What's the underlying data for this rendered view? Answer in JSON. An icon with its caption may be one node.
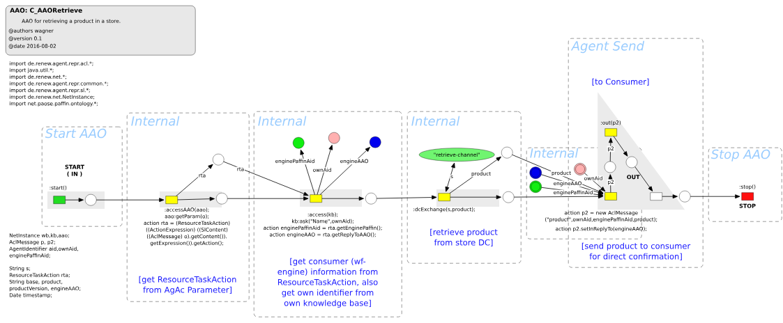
{
  "diagram": {
    "nodes": [
      {
        "text": [
          "AAO: C_AAORetrieve",
          "AAO for retrieving a product in a store.",
          "@authors wagner",
          "@version 0.1",
          "@date 2016-08-02"
        ]
      },
      {
        "text": [
          "Start AAO"
        ]
      },
      {
        "text": [],
        "shape": "box",
        "in": 1,
        "beside": [
          "START ( IN )",
          ":start()"
        ]
      },
      {
        "text": [],
        "shape": "circle",
        "in": 1
      },
      {
        "text": [
          "Internal",
          "[get ResourceTaskAction from AgAc Parameter]"
        ]
      },
      {
        "text": [],
        "shape": "box",
        "in": 4,
        "beside": [
          ":accessAAO(aao);",
          "aao:getParam(o);",
          "action rta = (ResourceTaskAction) ((ActionExpression) ((SlContent) ((AclMessage) o).getContent()). getExpression()).getAction();"
        ]
      },
      {
        "text": [],
        "shape": "circle",
        "in": 4
      },
      {
        "text": [],
        "shape": "circle",
        "in": 4
      },
      {
        "text": [
          "Internal",
          "[get consumer (wf-engine) information from ResourceTaskAction, also get own identifier from own knowledge base]"
        ]
      },
      {
        "text": [],
        "shape": "circle",
        "in": 8
      },
      {
        "text": [],
        "shape": "circle",
        "in": 8
      },
      {
        "text": [],
        "shape": "circle",
        "in": 8
      },
      {
        "text": [],
        "shape": "box",
        "in": 8,
        "beside": [
          ":access(kb);",
          "kb:ask(\"Name\",ownAid);",
          "action enginePaffinAid = rta.getEnginePaffin();",
          "action engineAAO = rta.getReplyToAAO();"
        ]
      },
      {
        "text": [],
        "shape": "circle",
        "in": 8
      },
      {
        "text": [
          "Internal",
          "[retrieve product from store DC]"
        ]
      },
      {
        "text": [
          "\"retrieve-channel\""
        ],
        "in": 14
      },
      {
        "text": [],
        "shape": "circle",
        "in": 14
      },
      {
        "text": [],
        "shape": "box",
        "in": 14,
        "beside": [
          ":dcExchange(s,product);"
        ]
      },
      {
        "text": [],
        "shape": "circle",
        "in": 14
      },
      {
        "text": [
          "Agent Send",
          "[to Consumer]",
          "[send product to consumer for direct confirmation]"
        ]
      },
      {
        "text": [
          "Internal",
          "action p2 = new AclMessage (\"product\",ownAid,enginePaffinAid,product);",
          "action p2.setInReplyTo(engineAAO);"
        ]
      },
      {
        "text": [],
        "shape": "circle",
        "in": 20
      },
      {
        "text": [],
        "shape": "circle",
        "in": 20
      },
      {
        "text": [],
        "shape": "circle"
      },
      {
        "text": [
          "OUT"
        ],
        "in": 19
      },
      {
        "text": [],
        "shape": "box"
      },
      {
        "text": [],
        "shape": "circle"
      },
      {
        "text": [],
        "shape": "box",
        "in": 24,
        "beside": [
          ":out(p2)"
        ]
      },
      {
        "text": [],
        "shape": "circle"
      },
      {
        "text": [],
        "shape": "box",
        "in": 24
      },
      {
        "text": [],
        "shape": "circle",
        "in": 19
      },
      {
        "text": [
          "Stop AAO"
        ]
      },
      {
        "text": [],
        "shape": "box",
        "in": 31,
        "beside": [
          ":stop()",
          "STOP"
        ]
      }
    ],
    "edges": [
      {
        "from": 2,
        "to": 3,
        "arrow": "to"
      },
      {
        "from": 3,
        "to": 5,
        "arrow": "to"
      },
      {
        "from": 5,
        "to": 6,
        "arrow": "to",
        "label": "rta"
      },
      {
        "from": 5,
        "to": 7,
        "arrow": "to"
      },
      {
        "from": 6,
        "to": 12,
        "arrow": "to",
        "label": "rta"
      },
      {
        "from": 7,
        "to": 12,
        "arrow": "to"
      },
      {
        "from": 12,
        "to": 9,
        "arrow": "to",
        "label": "enginePaffinAid"
      },
      {
        "from": 12,
        "to": 10,
        "arrow": "to",
        "label": "ownAid"
      },
      {
        "from": 12,
        "to": 11,
        "arrow": "to",
        "label": "engineAAO"
      },
      {
        "from": 12,
        "to": 13,
        "arrow": "to"
      },
      {
        "from": 13,
        "to": 17,
        "arrow": "to"
      },
      {
        "from": 17,
        "to": 15,
        "arrow": "both",
        "label": "s"
      },
      {
        "from": 17,
        "to": 16,
        "arrow": "to",
        "label": "product"
      },
      {
        "from": 17,
        "to": 18,
        "arrow": "to"
      },
      {
        "from": 16,
        "to": 25,
        "arrow": "to",
        "label": "product"
      },
      {
        "from": 21,
        "to": 25,
        "arrow": "to",
        "label": "engineAAO"
      },
      {
        "from": 22,
        "to": 25,
        "arrow": "to",
        "label": "enginePaffinAid"
      },
      {
        "from": 23,
        "to": 25,
        "arrow": "to",
        "label": "ownAid"
      },
      {
        "from": 18,
        "to": 25,
        "arrow": "to"
      },
      {
        "from": 25,
        "to": 26,
        "arrow": "to",
        "label": "p2"
      },
      {
        "from": 26,
        "to": 27,
        "arrow": "to",
        "label": "p2"
      },
      {
        "from": 27,
        "to": 28,
        "arrow": "to"
      },
      {
        "from": 28,
        "to": 29,
        "arrow": "to"
      },
      {
        "from": 29,
        "to": 30,
        "arrow": "to"
      },
      {
        "from": 30,
        "to": 32,
        "arrow": "to"
      }
    ],
    "labels": [
      "import de.renew.agent.repr.acl.*;",
      "import java.util.*;",
      "import de.renew.net.*;",
      "import de.renew.agent.repr.common.*;",
      "import de.renew.agent.repr.sl.*;",
      "import de.renew.net.NetInstance;",
      "import net.paose.paffin.ontology.*;",
      "NetInstance wb,kb,aao;",
      "AclMessage p, p2;",
      "AgentIdentifier aid,ownAid, enginePaffinAid;",
      "String s;",
      "ResourceTaskAction rta;",
      "String base, product, productVersion, engineAAO;",
      "Date timestamp;"
    ]
  }
}
